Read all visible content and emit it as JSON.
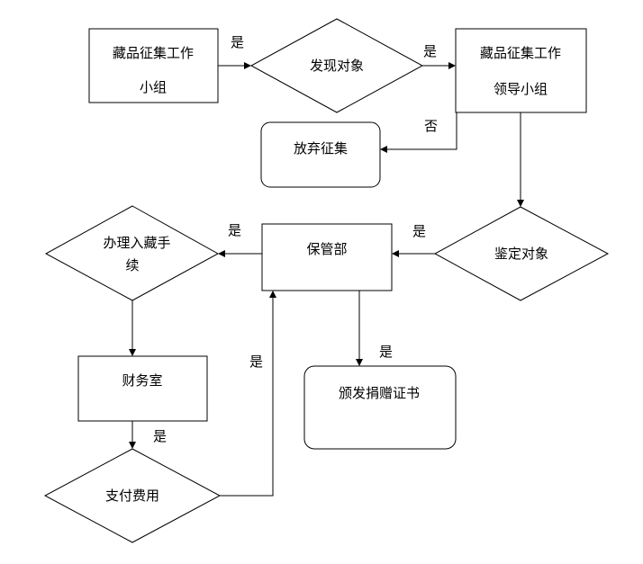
{
  "nodes": {
    "collection_group": {
      "lines": [
        "藏品征集工作",
        "小组"
      ]
    },
    "find_object": {
      "lines": [
        "发现对象"
      ]
    },
    "leader_group": {
      "lines": [
        "藏品征集工作",
        "领导小组"
      ]
    },
    "abandon": {
      "lines": [
        "放弃征集"
      ]
    },
    "identify_object": {
      "lines": [
        "鉴定对象"
      ]
    },
    "storage_dept": {
      "lines": [
        "保管部"
      ]
    },
    "accession": {
      "lines": [
        "办理入藏手",
        "续"
      ]
    },
    "finance": {
      "lines": [
        "财务室"
      ]
    },
    "pay_fee": {
      "lines": [
        "支付费用"
      ]
    },
    "donation_cert": {
      "lines": [
        "颁发捐赠证书"
      ]
    }
  },
  "edges": {
    "group_to_find": "是",
    "find_to_leader": "是",
    "leader_to_abandon": "否",
    "identify_to_storage": "是",
    "storage_to_accession": "是",
    "finance_to_pay": "是",
    "pay_to_storage": "是",
    "storage_to_cert": "是"
  }
}
